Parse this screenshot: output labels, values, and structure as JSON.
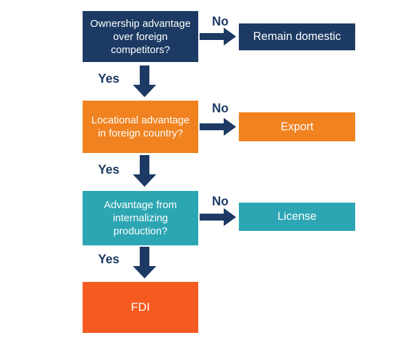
{
  "colors": {
    "navy": "#1C3A63",
    "orange": "#F0821F",
    "teal": "#2CA6B3",
    "orange_red": "#F55B20",
    "white": "#FFFFFF"
  },
  "flow": {
    "steps": [
      {
        "question": "Ownership advantage over foreign competitors?",
        "no_label": "No",
        "yes_label": "Yes",
        "outcome": "Remain domestic",
        "color_key": "navy"
      },
      {
        "question": "Locational advantage in foreign country?",
        "no_label": "No",
        "yes_label": "Yes",
        "outcome": "Export",
        "color_key": "orange"
      },
      {
        "question": "Advantage from internalizing production?",
        "no_label": "No",
        "yes_label": "Yes",
        "outcome": "License",
        "color_key": "teal"
      }
    ],
    "result": "FDI"
  }
}
